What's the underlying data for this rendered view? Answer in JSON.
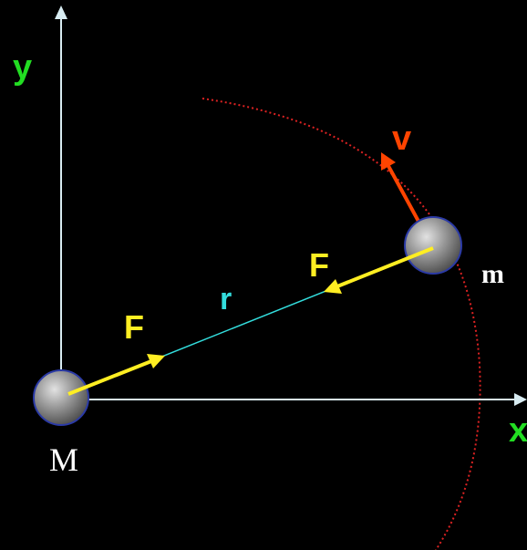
{
  "labels": {
    "y_axis": "y",
    "x_axis": "x",
    "velocity": "v",
    "force_near_m": "F",
    "force_near_M": "F",
    "separation": "r",
    "small_mass": "m",
    "large_mass": "M"
  },
  "colors": {
    "background": "#000000",
    "axes": "#d8ecf2",
    "axis_labels": "#22dd22",
    "force": "#ffee22",
    "force_label": "#ffee22",
    "velocity": "#ff4400",
    "separation_line": "#33dddd",
    "separation_label": "#33dddd",
    "orbit": "#dd2222",
    "mass_body": "#9a9a9a",
    "mass_outline": "#2b3aa6",
    "mass_label": "#ffffff"
  },
  "icons": {
    "mass": "gray-sphere",
    "axis_end": "arrowhead"
  }
}
